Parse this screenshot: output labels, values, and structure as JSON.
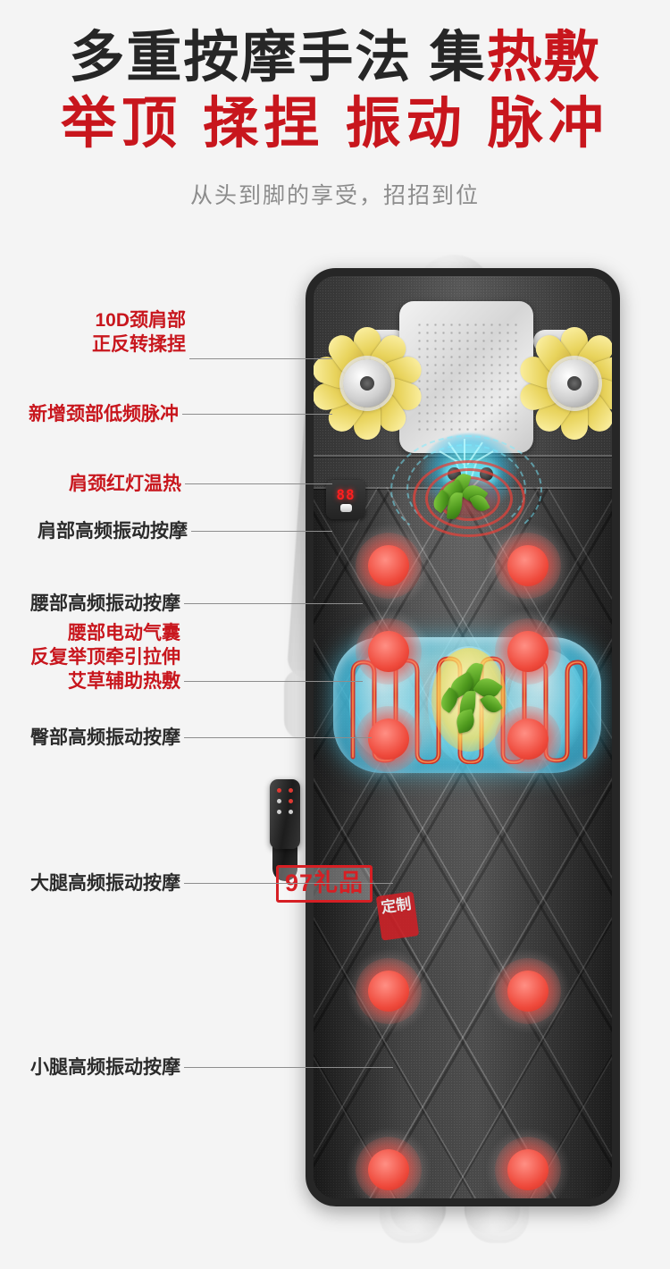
{
  "header": {
    "title_line1_black": "多重按摩手法 集",
    "title_line1_red": "热敷",
    "title_line2": "举顶 揉捏 振动 脉冲",
    "subtitle": "从头到脚的享受，招招到位"
  },
  "product": {
    "display_value": "88",
    "watermark": "97礼品",
    "seal_text": "定制"
  },
  "callouts": [
    {
      "id": "neck-shoulder-knead",
      "line1": "10D颈肩部",
      "line2": "正反转揉捏",
      "color": "red"
    },
    {
      "id": "neck-low-freq-pulse",
      "line1": "新增颈部低频脉冲",
      "color": "red"
    },
    {
      "id": "shoulder-neck-red-light",
      "line1": "肩颈红灯温热",
      "color": "red"
    },
    {
      "id": "shoulder-vibration",
      "line1": "肩部高频振动按摩",
      "color": "dark"
    },
    {
      "id": "waist-vibration",
      "line1": "腰部高频振动按摩",
      "color": "dark"
    },
    {
      "id": "lumbar-airbag",
      "line1": "腰部电动气囊",
      "line2": "反复举顶牵引拉伸",
      "line3": "艾草辅助热敷",
      "color": "red"
    },
    {
      "id": "hip-vibration",
      "line1": "臀部高频振动按摩",
      "color": "dark"
    },
    {
      "id": "thigh-vibration",
      "line1": "大腿高频振动按摩",
      "color": "dark"
    },
    {
      "id": "calf-vibration",
      "line1": "小腿高频振动按摩",
      "color": "dark"
    }
  ],
  "colors": {
    "accent_red": "#c8161d",
    "title_black": "#262626",
    "subtitle_gray": "#8c8c8c",
    "leader_gray": "#8d8d8d",
    "background": "#f4f4f4",
    "mat_dark": "#2e2e2e",
    "airbag_cyan": "#46c8eb",
    "vibration_red": "#ef4a3c",
    "mugwort_green": "#4f9a1e"
  }
}
